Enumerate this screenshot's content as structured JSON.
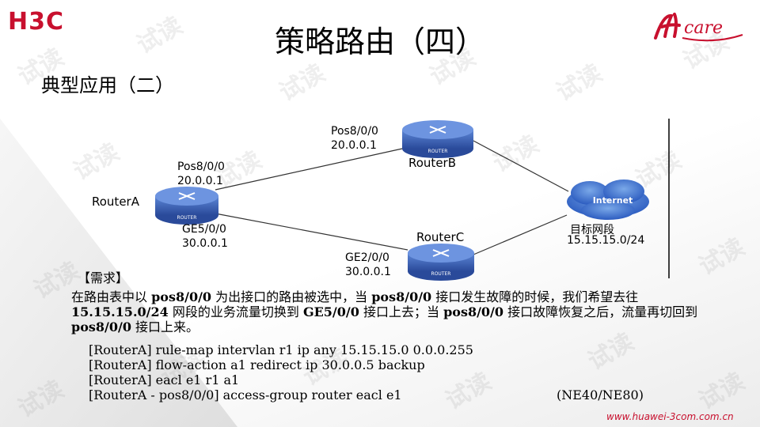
{
  "header": {
    "logo_left": "H3C",
    "logo_right": "care",
    "title": "策略路由（四）",
    "subtitle": "典型应用（二）"
  },
  "diagram": {
    "router_a": {
      "name": "RouterA",
      "if_top": "Pos8/0/0",
      "ip_top": "20.0.0.1",
      "if_bottom": "GE5/0/0",
      "ip_bottom": "30.0.0.1"
    },
    "router_b": {
      "name": "RouterB",
      "if": "Pos8/0/0",
      "ip": "20.0.0.1"
    },
    "router_c": {
      "name": "RouterC",
      "if": "GE2/0/0",
      "ip": "30.0.0.1"
    },
    "router_icon_text": "ROUTER",
    "internet": {
      "label": "Internet",
      "target_label": "目标网段",
      "target_net": "15.15.15.0/24"
    }
  },
  "requirement": {
    "title": "【需求】",
    "seg1": "在路由表中以 ",
    "bold1": "pos8/0/0",
    "seg2": " 为出接口的路由被选中，当 ",
    "bold2": "pos8/0/0",
    "seg3": " 接口发生故障的时候，我们希望去往 ",
    "bold3": "15.15.15.0/24",
    "seg4": " 网段的业务流量切换到 ",
    "bold4": "GE5/0/0",
    "seg5": " 接口上去；当 ",
    "bold5": "pos8/0/0",
    "seg6": " 接口故障恢复之后，流量再切回到 ",
    "bold6": "pos8/0/0",
    "seg7": " 接口上来。"
  },
  "config": {
    "lines": [
      "[RouterA] rule-map intervlan r1 ip any 15.15.15.0 0.0.0.255",
      "[RouterA] flow-action a1 redirect ip 30.0.0.5 backup",
      "[RouterA] eacl e1 r1 a1",
      "[RouterA - pos8/0/0] access-group router eacl e1"
    ],
    "platform": "(NE40/NE80)"
  },
  "footer": {
    "url": "www.huawei-3com.com.cn"
  },
  "watermark": {
    "text": "试读"
  },
  "colors": {
    "brand_red": "#c8102e",
    "router_blue": "#3a62b8"
  }
}
